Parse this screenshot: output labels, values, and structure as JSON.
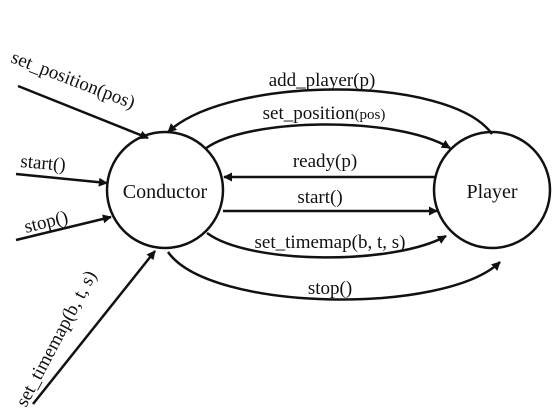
{
  "nodes": {
    "conductor": "Conductor",
    "player": "Player"
  },
  "edges": {
    "add_player": {
      "name": "add_player",
      "arg": "(p)"
    },
    "set_position_top": {
      "name": "set_position",
      "arg": "(pos)"
    },
    "ready": {
      "name": "ready",
      "arg": "(p)"
    },
    "start_mid": {
      "name": "start",
      "arg": "()"
    },
    "set_timemap_mid": {
      "name": "set_timemap",
      "arg": "(b, t, s)"
    },
    "stop_bottom": {
      "name": "stop",
      "arg": "()"
    }
  },
  "inputs": {
    "set_position": "set_position(pos)",
    "start": "start()",
    "stop": "stop()",
    "set_timemap": "set_timemap(b, t, s)"
  },
  "colors": {
    "stroke": "#111111",
    "background": "#ffffff"
  }
}
